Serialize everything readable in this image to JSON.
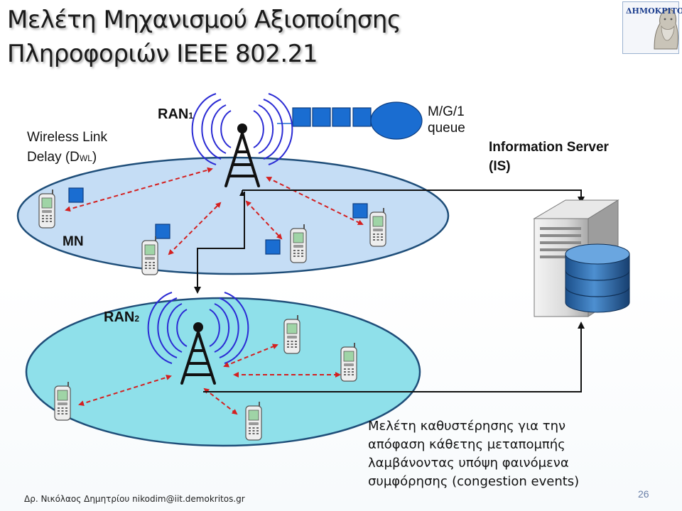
{
  "title": {
    "line1": "Μελέτη Μηχανισμού Αξιοποίησης",
    "line2": "Πληροφοριών IEEE 802.21"
  },
  "logo": {
    "text": "ΔΗΜΟΚΡΙΤΟΣ"
  },
  "diagram": {
    "ran1": {
      "main": "RAN",
      "sub": "1"
    },
    "ran2": {
      "main": "RAN",
      "sub": "2"
    },
    "queue": {
      "line1": "M/G/1",
      "line2": "queue"
    },
    "info_server": {
      "line1": "Information Server",
      "line2": "(IS)"
    },
    "wireless_link": {
      "line1": "Wireless Link",
      "line2_prefix": "Delay (D",
      "line2_sub": "WL",
      "line2_suffix": ")"
    },
    "mn": "MN",
    "description": [
      "Μελέτη καθυστέρησης για την",
      "απόφαση κάθετης μεταπομπής",
      "λαμβάνοντας υπόψη φαινόμενα",
      "συμφόρησης (congestion events)"
    ]
  },
  "footer": {
    "author": "Δρ. Νικόλαος Δημητρίου nikodim@iit.demokritos.gr",
    "page_number": "26"
  },
  "colors": {
    "ran1_fill": "#c5ddf5",
    "ran2_fill": "#8fe0ea",
    "ellipse_stroke": "#1f4e79",
    "queue_blue": "#1a6dd1",
    "arrow_red": "#d42020",
    "antenna_waves": "#2b2bd4"
  }
}
